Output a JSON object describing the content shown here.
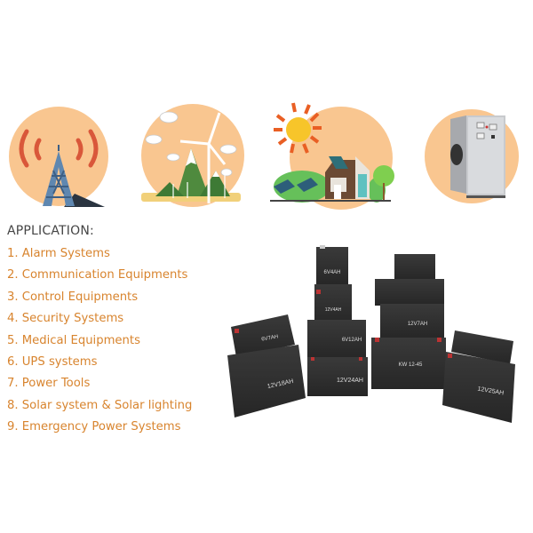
{
  "icons": [
    {
      "name": "telecom-tower",
      "color": "#f9c690"
    },
    {
      "name": "wind-turbines",
      "color": "#f9c690"
    },
    {
      "name": "solar-house",
      "color": "#f9c690"
    },
    {
      "name": "ozone-generator",
      "color": "#f9c690"
    }
  ],
  "application": {
    "title": "APPLICATION:",
    "items": [
      "1. Alarm Systems",
      "2. Communication Equipments",
      "3. Control Equipments",
      "4. Security Systems",
      "5. Medical Equipments",
      "6. UPS systems",
      "7. Power Tools",
      "8. Solar system & Solar lighting",
      "9. Emergency Power Systems"
    ]
  },
  "batteries": {
    "labels": [
      "6V4AH",
      "12V4AH",
      "6V7AH",
      "6V12AH",
      "12V7AH",
      "12V18AH",
      "12V24AH",
      "KW 12-45",
      "12V25AH"
    ]
  },
  "colors": {
    "accent_text": "#d8842e",
    "heading_text": "#454545",
    "circle_fill": "#f9c690",
    "battery_body": "#2e2e2e"
  }
}
